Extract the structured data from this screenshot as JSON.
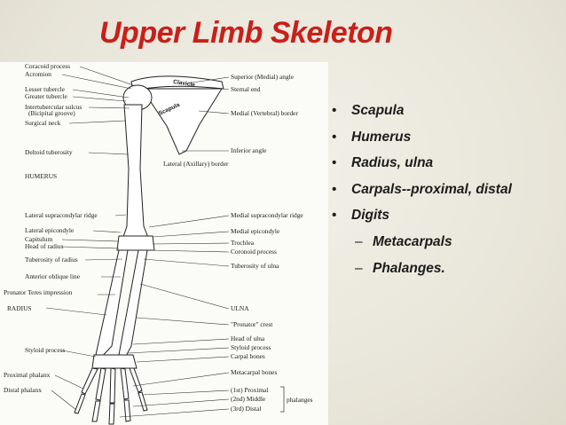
{
  "title": "Upper Limb Skeleton",
  "bullets": [
    {
      "text": "Scapula",
      "level": 1
    },
    {
      "text": "Humerus",
      "level": 1
    },
    {
      "text": "Radius, ulna",
      "level": 1
    },
    {
      "text": "Carpals--proximal, distal",
      "level": 1
    },
    {
      "text": "Digits",
      "level": 1
    },
    {
      "text": "Metacarpals",
      "level": 2
    },
    {
      "text": "Phalanges.",
      "level": 2
    }
  ],
  "figure": {
    "bone_labels": {
      "clavicle": "Clavicle",
      "scapula": "Scapula"
    },
    "left_labels": [
      "Coracoid process",
      "Acromion",
      "Lesser tubercle",
      "Greater tubercle",
      "Intertubercular sulcus",
      "(Bicipital groove)",
      "Surgical neck",
      "Deltoid tuberosity",
      "HUMERUS",
      "Lateral supracondylar ridge",
      "Lateral epicondyle",
      "Capitulum",
      "Head of radius",
      "Tuberosity of radius",
      "Anterior oblique line",
      "Pronator Teres impression",
      "RADIUS",
      "Styloid process",
      "Proximal phalanx",
      "Distal phalanx"
    ],
    "right_labels": [
      "Superior (Medial) angle",
      "Sternal end",
      "Medial (Vertebral) border",
      "Inferior angle",
      "Lateral (Axillary) border",
      "Medial supracondylar ridge",
      "Medial epicondyle",
      "Trochlea",
      "Coronoid process",
      "Tuberosity of ulna",
      "ULNA",
      "\"Pronator\" crest",
      "Head of ulna",
      "Styloid process",
      "Carpal bones",
      "Metacarpal bones",
      "(1st) Proximal",
      "(2nd) Middle",
      "(3rd) Distal",
      "phalanges"
    ]
  }
}
